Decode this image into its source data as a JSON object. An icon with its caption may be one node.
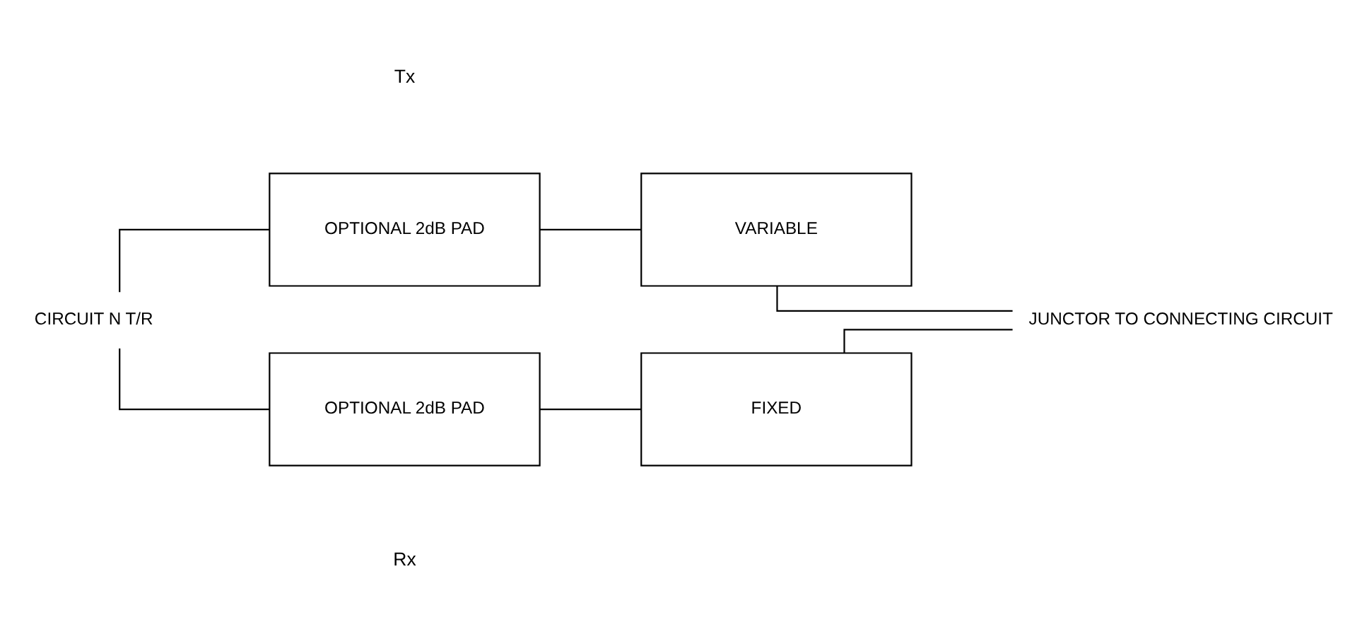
{
  "diagram": {
    "nodes": [
      {
        "text": [
          "OPTIONAL 2dB PAD"
        ]
      },
      {
        "text": [
          "VARIABLE"
        ]
      },
      {
        "text": [
          "OPTIONAL 2dB PAD"
        ]
      },
      {
        "text": [
          "FIXED"
        ]
      },
      {
        "text": [
          "CIRCUIT N T/R"
        ]
      },
      {
        "text": [
          "JUNCTOR TO CONNECTING CIRCUIT"
        ]
      }
    ],
    "edges": [
      {
        "from": 4,
        "to": 0,
        "arrow": "none"
      },
      {
        "from": 4,
        "to": 2,
        "arrow": "none"
      },
      {
        "from": 0,
        "to": 1,
        "arrow": "none"
      },
      {
        "from": 2,
        "to": 3,
        "arrow": "none"
      },
      {
        "from": 1,
        "to": 5,
        "arrow": "none"
      },
      {
        "from": 3,
        "to": 5,
        "arrow": "none"
      }
    ],
    "labels": [
      "Tx",
      "Rx"
    ]
  }
}
